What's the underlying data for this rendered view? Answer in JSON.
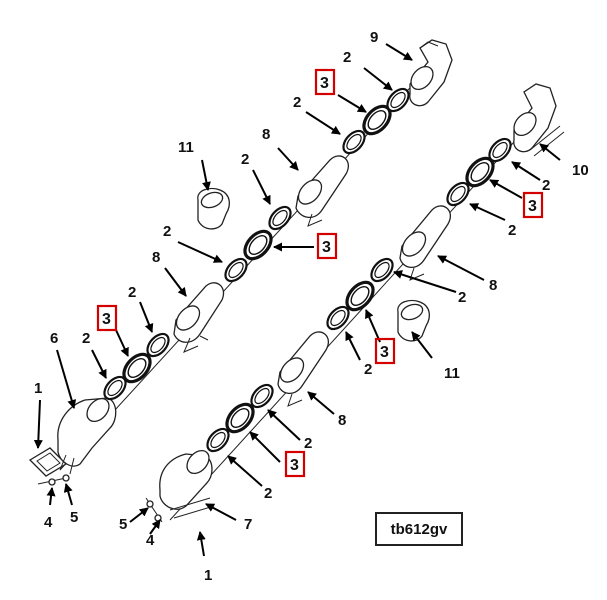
{
  "reference_id": "tb612gv",
  "callouts": {
    "c1a": "1",
    "c1b": "1",
    "c2a": "2",
    "c2b": "2",
    "c2c": "2",
    "c2d": "2",
    "c2e": "2",
    "c2f": "2",
    "c2g": "2",
    "c2h": "2",
    "c2i": "2",
    "c2j": "2",
    "c2k": "2",
    "c2l": "2",
    "c3a": "3",
    "c3b": "3",
    "c3c": "3",
    "c3d": "3",
    "c3e": "3",
    "c3f": "3",
    "c4a": "4",
    "c4b": "4",
    "c5a": "5",
    "c5b": "5",
    "c6": "6",
    "c7": "7",
    "c8a": "8",
    "c8b": "8",
    "c8c": "8",
    "c8d": "8",
    "c9": "9",
    "c10": "10",
    "c11a": "11",
    "c11b": "11"
  },
  "colors": {
    "highlight_box": "#d40000",
    "line": "#222222"
  }
}
